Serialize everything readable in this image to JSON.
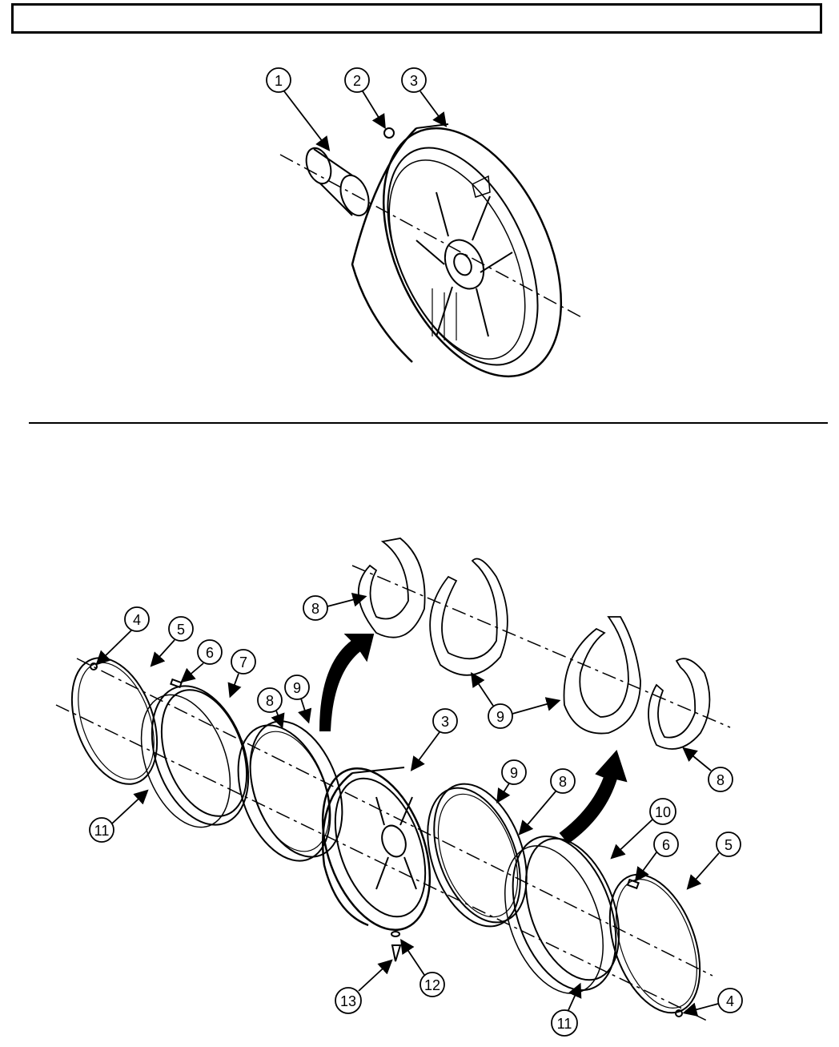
{
  "header": {
    "title": ""
  },
  "figure_top": {
    "callouts": [
      {
        "id": "c1",
        "label": "1"
      },
      {
        "id": "c2",
        "label": "2"
      },
      {
        "id": "c3",
        "label": "3"
      }
    ]
  },
  "figure_bottom": {
    "callouts": [
      {
        "id": "b4a",
        "label": "4"
      },
      {
        "id": "b5a",
        "label": "5"
      },
      {
        "id": "b6a",
        "label": "6"
      },
      {
        "id": "b7",
        "label": "7"
      },
      {
        "id": "b8a",
        "label": "8"
      },
      {
        "id": "b9a",
        "label": "9"
      },
      {
        "id": "b11a",
        "label": "11"
      },
      {
        "id": "b8b",
        "label": "8"
      },
      {
        "id": "b9b",
        "label": "9"
      },
      {
        "id": "b8c",
        "label": "8"
      },
      {
        "id": "b3",
        "label": "3"
      },
      {
        "id": "b9c",
        "label": "9"
      },
      {
        "id": "b8d",
        "label": "8"
      },
      {
        "id": "b10",
        "label": "10"
      },
      {
        "id": "b6b",
        "label": "6"
      },
      {
        "id": "b5b",
        "label": "5"
      },
      {
        "id": "b12",
        "label": "12"
      },
      {
        "id": "b13",
        "label": "13"
      },
      {
        "id": "b11b",
        "label": "11"
      },
      {
        "id": "b4b",
        "label": "4"
      }
    ]
  }
}
